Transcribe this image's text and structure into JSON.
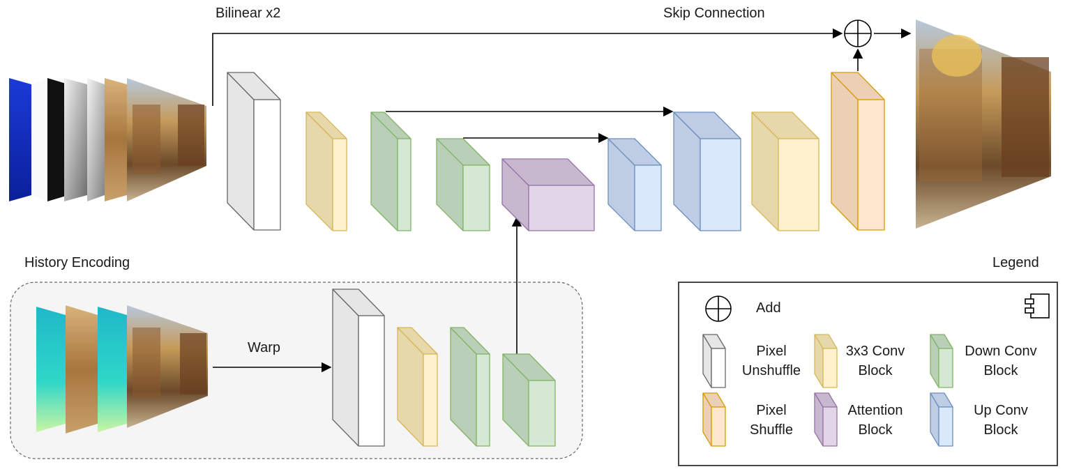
{
  "labels": {
    "bilinear": "Bilinear x2",
    "skip": "Skip Connection",
    "history": "History Encoding",
    "warp": "Warp",
    "legend_title": "Legend"
  },
  "legend": {
    "add": "Add",
    "pixel_unshuffle": [
      "Pixel",
      "Unshuffle"
    ],
    "conv3x3": [
      "3x3 Conv",
      "Block"
    ],
    "down_conv": [
      "Down Conv",
      "Block"
    ],
    "pixel_shuffle": [
      "Pixel",
      "Shuffle"
    ],
    "attention": [
      "Attention",
      "Block"
    ],
    "up_conv": [
      "Up Conv",
      "Block"
    ]
  },
  "colors": {
    "unshuffle_front": "#ffffff",
    "unshuffle_side": "#e6e6e6",
    "unshuffle_stroke": "#666666",
    "conv_front": "#fff2cc",
    "conv_side": "#e6d8ab",
    "conv_stroke": "#d6b656",
    "down_front": "#d5e8d4",
    "down_side": "#b9cfb7",
    "down_stroke": "#82b366",
    "att_front": "#e1d5e7",
    "att_side": "#c7b8cf",
    "att_stroke": "#9673a6",
    "up_front": "#dae8fc",
    "up_side": "#bfcde4",
    "up_stroke": "#6c8ebf",
    "shuffle_front": "#ffe6cc",
    "shuffle_side": "#ecd0b6",
    "shuffle_stroke": "#d79b00"
  }
}
